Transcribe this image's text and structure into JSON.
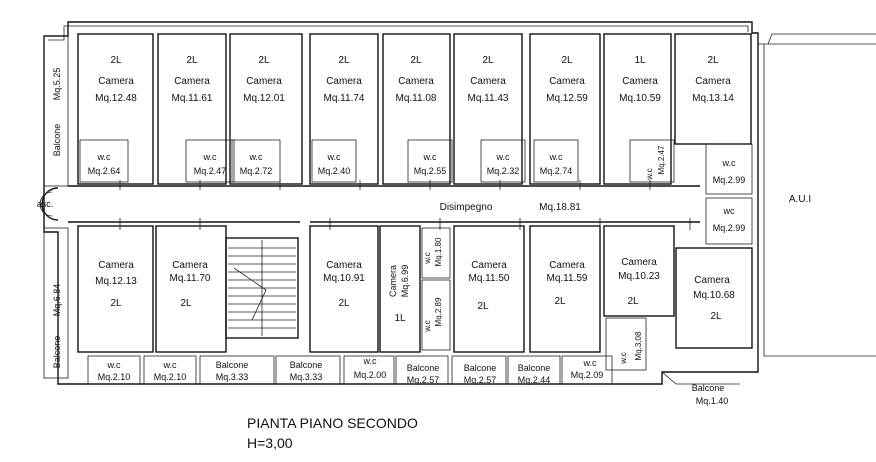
{
  "plan": {
    "title": "PIANTA PIANO SECONDO",
    "height": "H=3,00",
    "aui": "A.U.I",
    "asc": "asc.",
    "corridor": {
      "name": "Disimpegno",
      "area": "Mq.18.81"
    },
    "top_camere": [
      {
        "beds": "2L",
        "name": "Camera",
        "area": "Mq.12.48"
      },
      {
        "beds": "2L",
        "name": "Camera",
        "area": "Mq.11.61"
      },
      {
        "beds": "2L",
        "name": "Camera",
        "area": "Mq.12.01"
      },
      {
        "beds": "2L",
        "name": "Camera",
        "area": "Mq.11.74"
      },
      {
        "beds": "2L",
        "name": "Camera",
        "area": "Mq.11.08"
      },
      {
        "beds": "2L",
        "name": "Camera",
        "area": "Mq.11.43"
      },
      {
        "beds": "2L",
        "name": "Camera",
        "area": "Mq.12.59"
      },
      {
        "beds": "1L",
        "name": "Camera",
        "area": "Mq.10.59"
      },
      {
        "beds": "2L",
        "name": "Camera",
        "area": "Mq.13.14"
      }
    ],
    "top_wc": [
      {
        "name": "w.c",
        "area": "Mq.2.64"
      },
      {
        "name": "w.c",
        "area": "Mq.2.47"
      },
      {
        "name": "w.c",
        "area": "Mq.2.72"
      },
      {
        "name": "w.c",
        "area": "Mq.2.40"
      },
      {
        "name": "w.c",
        "area": "Mq.2.55"
      },
      {
        "name": "w.c",
        "area": "Mq.2.32"
      },
      {
        "name": "w.c",
        "area": "Mq.2.74"
      },
      {
        "name": "w.c",
        "area": "Mq.2.47"
      },
      {
        "name": "w.c",
        "area": "Mq.2.99"
      },
      {
        "name": "wc",
        "area": "Mq.2.99"
      }
    ],
    "bottom_camere": [
      {
        "beds": "2L",
        "name": "Camera",
        "area": "Mq.12.13"
      },
      {
        "beds": "2L",
        "name": "Camera",
        "area": "Mq.11.70"
      },
      {
        "beds": "2L",
        "name": "Camera",
        "area": "Mq.10.91"
      },
      {
        "beds": "1L",
        "name": "Camera",
        "area": "Mq.6.99"
      },
      {
        "beds": "2L",
        "name": "Camera",
        "area": "Mq.11.50"
      },
      {
        "beds": "2L",
        "name": "Camera",
        "area": "Mq.11.59"
      },
      {
        "beds": "2L",
        "name": "Camera",
        "area": "Mq.10.23"
      },
      {
        "beds": "2L",
        "name": "Camera",
        "area": "Mq.10.68"
      }
    ],
    "bottom_wc": [
      {
        "name": "w.c",
        "area": "Mq.1.80"
      },
      {
        "name": "w.c",
        "area": "Mq.2.89"
      },
      {
        "name": "w.c",
        "area": "Mq.3.08"
      }
    ],
    "side_balconi": [
      {
        "name": "Balcone",
        "area": "Mq.5.25"
      },
      {
        "name": "Balcone",
        "area": "Mq.6.84"
      }
    ],
    "bottom_row": [
      {
        "name": "w.c",
        "area": "Mq.2.10"
      },
      {
        "name": "w.c",
        "area": "Mq.2.10"
      },
      {
        "name": "Balcone",
        "area": "Mq.3.33"
      },
      {
        "name": "Balcone",
        "area": "Mq.3.33"
      },
      {
        "name": "w.c",
        "area": "Mq.2.00"
      },
      {
        "name": "Balcone",
        "area": "Mq.2.57"
      },
      {
        "name": "Balcone",
        "area": "Mq.2.57"
      },
      {
        "name": "Balcone",
        "area": "Mq.2.44"
      },
      {
        "name": "w.c",
        "area": "Mq.2.09"
      }
    ],
    "corner_balcone": {
      "name": "Balcone",
      "area": "Mq.1.40"
    }
  }
}
